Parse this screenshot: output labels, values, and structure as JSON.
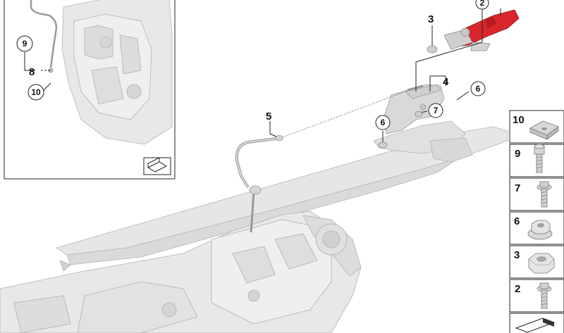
{
  "callouts": {
    "c2": "2",
    "c3": "3",
    "c4": "4",
    "c5": "5",
    "c6a": "6",
    "c6b": "6",
    "c7": "7",
    "c8": "8",
    "c9": "9",
    "c10": "10"
  },
  "parts_panel": [
    {
      "number": "10",
      "icon": "clip-nut-icon"
    },
    {
      "number": "9",
      "icon": "hex-socket-screw-icon"
    },
    {
      "number": "7",
      "icon": "flange-bolt-icon"
    },
    {
      "number": "6",
      "icon": "flange-nut-icon"
    },
    {
      "number": "3",
      "icon": "hex-nut-icon"
    },
    {
      "number": "2",
      "icon": "flange-bolt-icon"
    }
  ],
  "colors": {
    "part_fill": "#e6e6e6",
    "part_stroke": "#a9a9a9",
    "highlight": "#d9262c",
    "line": "#222222"
  }
}
